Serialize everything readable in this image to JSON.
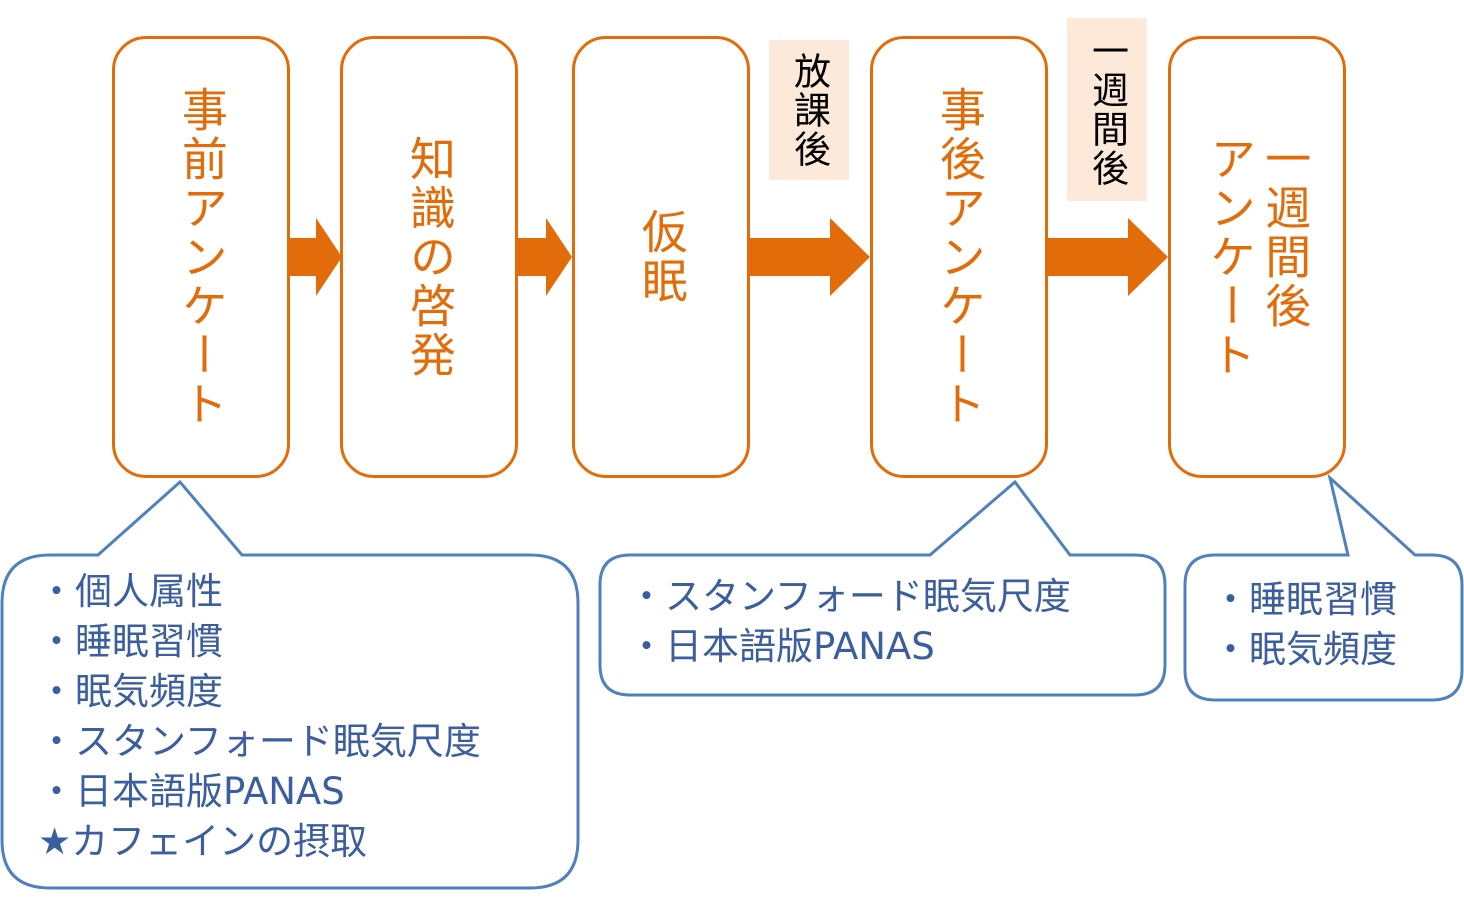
{
  "steps": [
    {
      "label": "事前アンケート"
    },
    {
      "label": "知識の啓発"
    },
    {
      "label": "仮眠"
    },
    {
      "label": "事後アンケート"
    },
    {
      "label": "一週間後\nアンケート",
      "col1": "一週間後",
      "col2": "アンケート"
    }
  ],
  "timing": {
    "after_school": "放課後",
    "one_week_later": "一週間後"
  },
  "callouts": {
    "pre_survey": [
      "・個人属性",
      "・睡眠習慣",
      "・眠気頻度",
      "・スタンフォード眠気尺度",
      "・日本語版PANAS",
      "★カフェインの摂取"
    ],
    "post_survey": [
      "・スタンフォード眠気尺度",
      "・日本語版PANAS"
    ],
    "week_later_survey": [
      "・睡眠習慣",
      "・眠気頻度"
    ]
  },
  "colors": {
    "step_orange": "#E36C0A",
    "note_bg": "#FDE9D9",
    "callout_blue": "#4F81BD",
    "callout_text": "#3B5E9E"
  }
}
